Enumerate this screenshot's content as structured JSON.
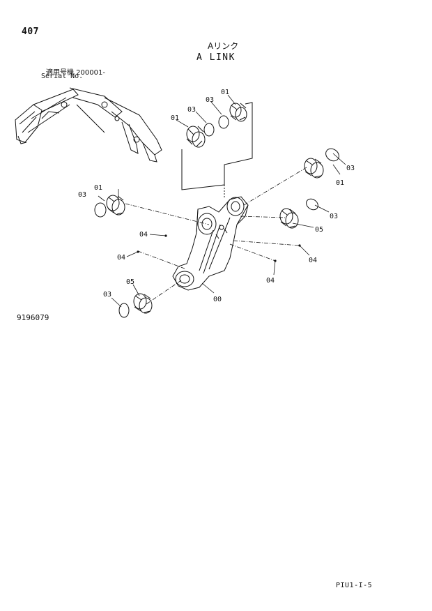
{
  "page_number": "407",
  "title_jp": "Aリンク",
  "title_en": "A LINK",
  "serial_label_jp": "適用号機 200001-",
  "serial_label_en": "Serial No.",
  "drawing_number": "9196079",
  "page_code": "PIU1-I-5",
  "callouts": {
    "c1": "01",
    "c2": "03",
    "c3": "03",
    "c4": "01",
    "c5": "03",
    "c6": "01",
    "c7": "03",
    "c8": "01",
    "c9": "03",
    "c10": "05",
    "c11": "04",
    "c12": "04",
    "c13": "04",
    "c14": "04",
    "c15": "05",
    "c16": "03",
    "c17": "00"
  }
}
